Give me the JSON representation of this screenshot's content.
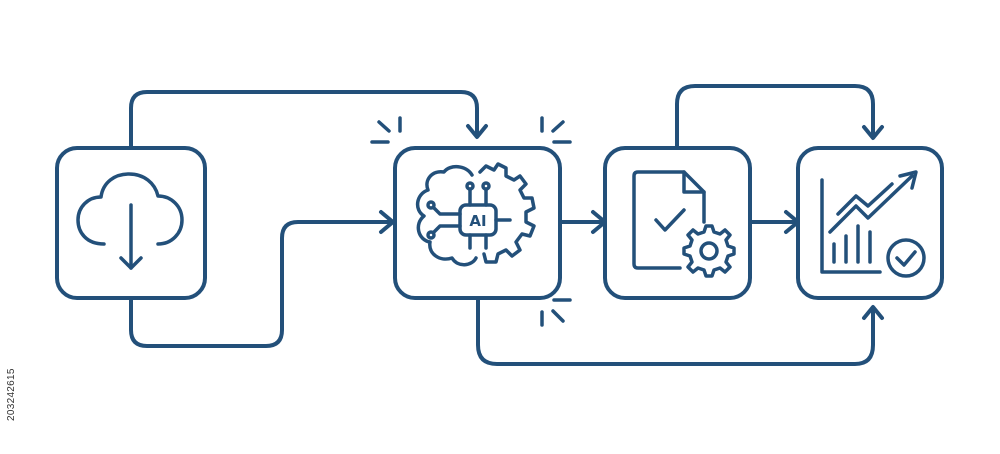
{
  "diagram": {
    "ink_color": "#23507a",
    "nodes": [
      {
        "id": "download",
        "icon": "cloud-download-icon"
      },
      {
        "id": "ai",
        "icon": "ai-brain-gear-icon",
        "label": "AI"
      },
      {
        "id": "processing",
        "icon": "document-check-gear-icon"
      },
      {
        "id": "analytics",
        "icon": "chart-growth-check-icon"
      }
    ],
    "edges": [
      {
        "from": "download",
        "to": "ai"
      },
      {
        "from": "download",
        "to": "ai"
      },
      {
        "from": "ai",
        "to": "processing"
      },
      {
        "from": "processing",
        "to": "analytics"
      },
      {
        "from": "processing",
        "to": "analytics"
      },
      {
        "from": "ai",
        "to": "analytics"
      }
    ]
  },
  "stock_id": "203242615"
}
